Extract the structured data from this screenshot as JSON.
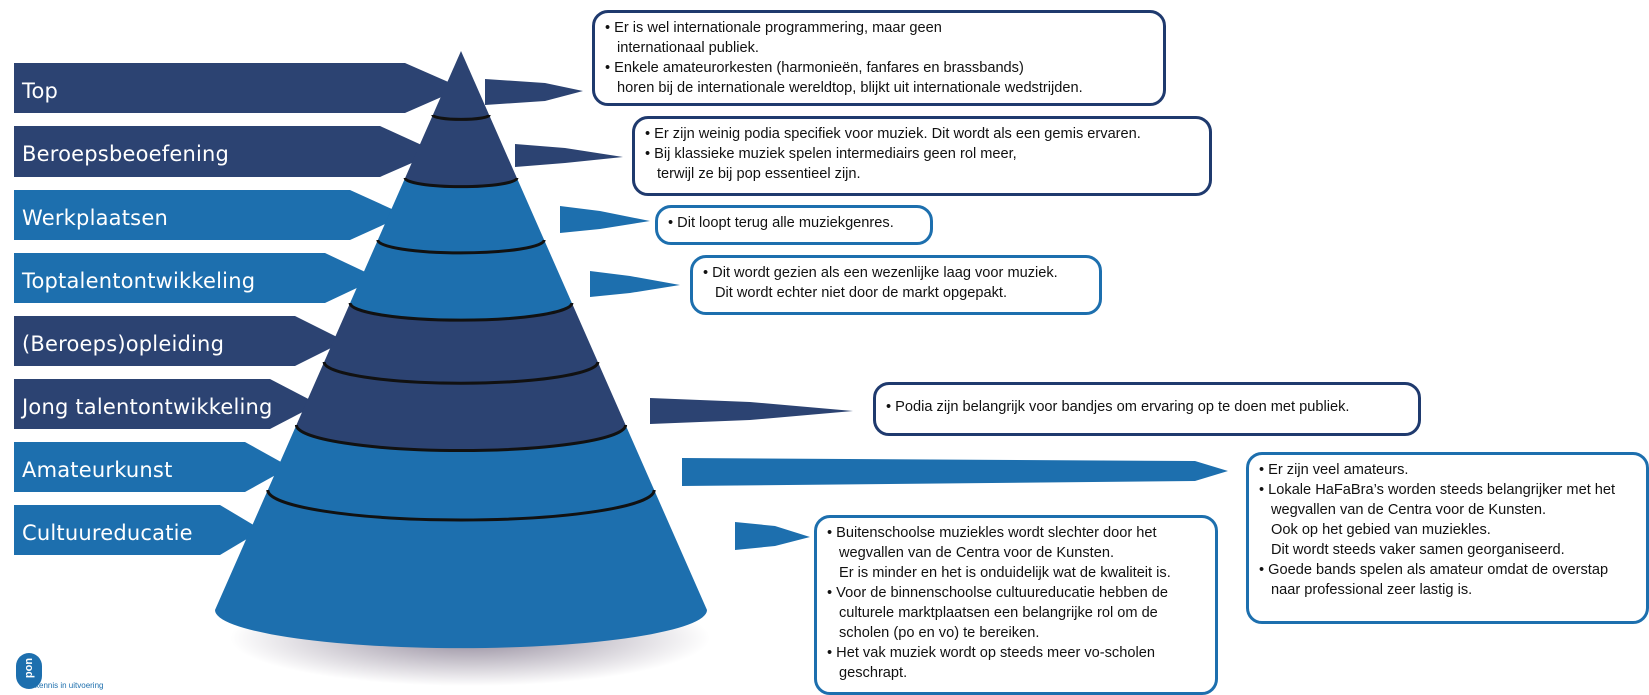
{
  "tiers": [
    {
      "label": "Top",
      "color": "#2c4372"
    },
    {
      "label": "Beroepsbeoefening",
      "color": "#2c4372"
    },
    {
      "label": "Werkplaatsen",
      "color": "#1d6fae"
    },
    {
      "label": "Toptalentontwikkeling",
      "color": "#1d6fae"
    },
    {
      "label": "(Beroeps)opleiding",
      "color": "#2c4372"
    },
    {
      "label": "Jong talentontwikkeling",
      "color": "#2c4372"
    },
    {
      "label": "Amateurkunst",
      "color": "#1d6fae"
    },
    {
      "label": "Cultuureducatie",
      "color": "#1d6fae"
    }
  ],
  "notes": [
    {
      "lines": [
        "• Er is wel internationale programmering, maar geen",
        "internationaal publiek.",
        "• Enkele amateurorkesten (harmonieën, fanfares en brassbands)",
        "horen bij de internationale wereldtop, blijkt uit internationale wedstrijden."
      ]
    },
    {
      "lines": [
        "• Er zijn weinig podia specifiek voor muziek. Dit wordt als een gemis ervaren.",
        "• Bij klassieke muziek spelen intermediairs geen rol meer,",
        "terwijl ze bij pop essentieel zijn."
      ]
    },
    {
      "lines": [
        "• Dit loopt terug alle muziekgenres."
      ]
    },
    {
      "lines": [
        "• Dit wordt gezien als een wezenlijke laag voor muziek.",
        "Dit wordt echter niet door de markt opgepakt."
      ]
    },
    {
      "lines": [
        "• Podia zijn belangrijk voor bandjes om ervaring op te doen met publiek."
      ]
    },
    {
      "lines": [
        "• Er zijn veel amateurs.",
        "• Lokale HaFaBra’s worden steeds belangrijker met het",
        "wegvallen van de Centra voor de Kunsten.",
        "Ook op het gebied van muziekles.",
        "Dit wordt steeds vaker samen georganiseerd.",
        "• Goede bands spelen als amateur omdat de overstap",
        "naar professional zeer lastig is."
      ]
    },
    {
      "lines": [
        "• Buitenschoolse muziekles wordt slechter door het",
        "wegvallen van de Centra voor de Kunsten.",
        "Er is minder en het is onduidelijk wat de kwaliteit is.",
        "• Voor de binnenschoolse cultuureducatie hebben de",
        "culturele marktplaatsen een belangrijke rol om de",
        "scholen (po en vo) te bereiken.",
        "• Het vak muziek wordt op steeds meer vo-scholen",
        "geschrapt."
      ]
    }
  ],
  "logo": {
    "mark": "pon",
    "tagline": "kennis in uitvoering"
  },
  "colors": {
    "dark": "#2c4372",
    "light": "#1d6fae",
    "ring": "#111111",
    "box_border": "#1f3a6e"
  }
}
